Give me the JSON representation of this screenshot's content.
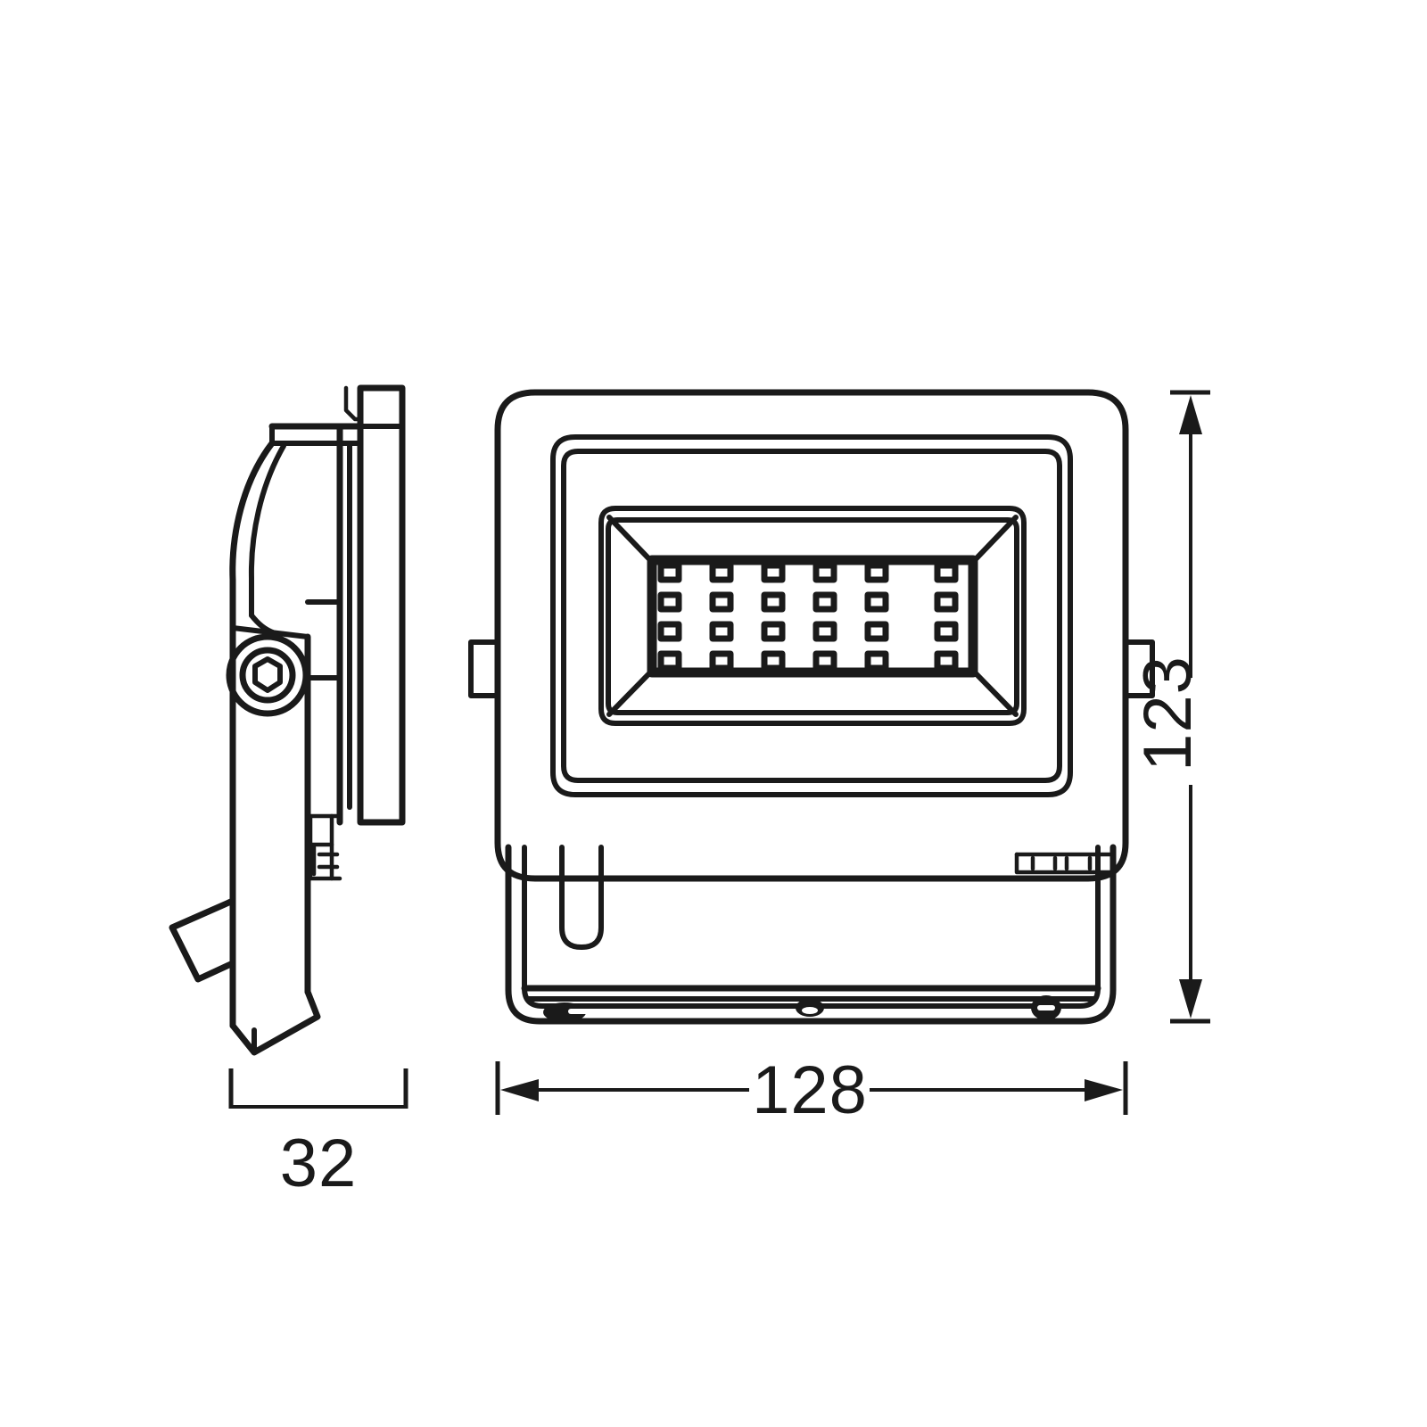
{
  "drawing": {
    "title": "LED floodlight technical dimension drawing",
    "units": "mm",
    "line_color": "#1a1a1a",
    "background_color": "#ffffff",
    "views": [
      {
        "name": "side-view",
        "label": "",
        "position": "left"
      },
      {
        "name": "front-view",
        "label": "",
        "position": "right"
      }
    ]
  },
  "dimensions": {
    "height": {
      "value": "123",
      "orientation": "vertical",
      "position": "right",
      "arrows": "both"
    },
    "width": {
      "value": "128",
      "orientation": "horizontal",
      "position": "bottom",
      "arrows": "both"
    },
    "depth": {
      "value": "32",
      "orientation": "horizontal",
      "position": "bottom-left",
      "arrows": "none"
    }
  },
  "front_view": {
    "led_grid": {
      "columns": 6,
      "rows": 4,
      "total": 24
    },
    "mounting_holes": [
      {
        "name": "slot-left",
        "shape": "oval-slot"
      },
      {
        "name": "hole-center",
        "shape": "round"
      },
      {
        "name": "hole-right",
        "shape": "round"
      }
    ],
    "side_tabs": 2,
    "cable_gland": {
      "name": "cable-gland-vent",
      "slots": 3
    }
  },
  "side_view": {
    "hex_bolt": {
      "name": "hex-socket-bolt",
      "sides": 6
    },
    "bracket": {
      "name": "mounting-bracket-foot"
    }
  }
}
